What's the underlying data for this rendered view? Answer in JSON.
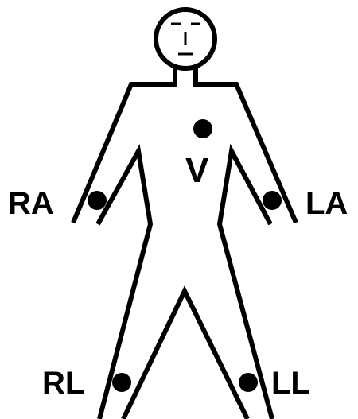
{
  "electrodes": [
    {
      "id": "V",
      "label": "V"
    },
    {
      "id": "RA",
      "label": "RA"
    },
    {
      "id": "LA",
      "label": "LA"
    },
    {
      "id": "RL",
      "label": "RL"
    },
    {
      "id": "LL",
      "label": "LL"
    }
  ],
  "colors": {
    "line": "#000000",
    "electrode": "#000000",
    "background": "#ffffff"
  }
}
